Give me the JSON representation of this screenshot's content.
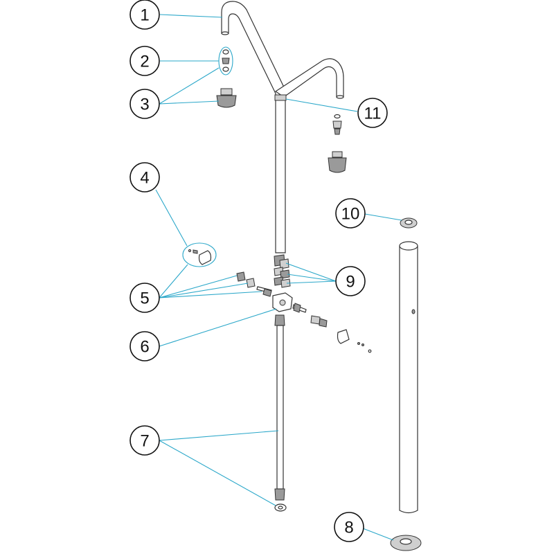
{
  "diagram": {
    "callouts": [
      {
        "id": "c1",
        "label": "1"
      },
      {
        "id": "c2",
        "label": "2"
      },
      {
        "id": "c3",
        "label": "3"
      },
      {
        "id": "c4",
        "label": "4"
      },
      {
        "id": "c5",
        "label": "5"
      },
      {
        "id": "c6",
        "label": "6"
      },
      {
        "id": "c7",
        "label": "7"
      },
      {
        "id": "c8",
        "label": "8"
      },
      {
        "id": "c9",
        "label": "9"
      },
      {
        "id": "c10",
        "label": "10"
      },
      {
        "id": "c11",
        "label": "11"
      }
    ],
    "colors": {
      "leader": "#2aa7c9",
      "outline": "#333333",
      "background": "#ffffff"
    }
  }
}
